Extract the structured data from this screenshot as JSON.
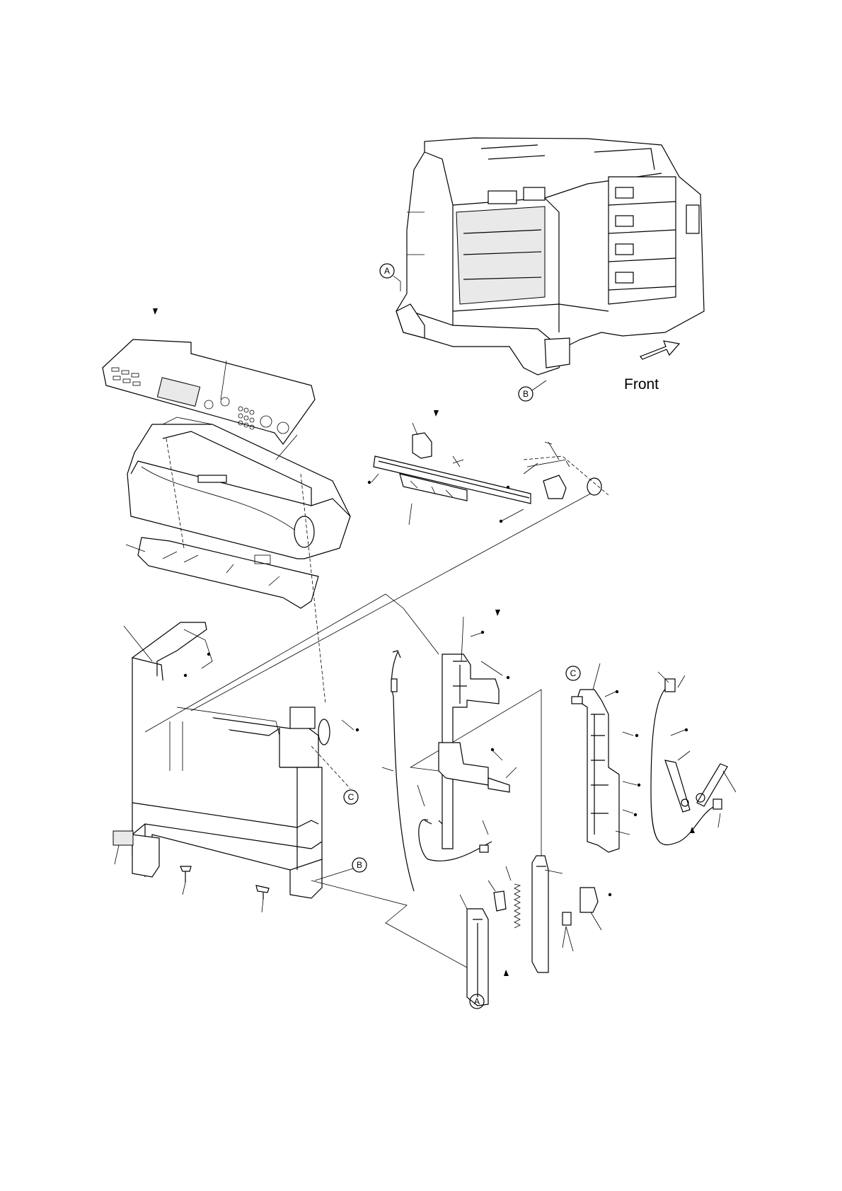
{
  "diagram": {
    "front_label": "Front",
    "callouts": {
      "a_top": "A",
      "b_top": "B",
      "a_bottom": "A",
      "b_bottom": "B",
      "c_left": "C",
      "c_right": "C"
    }
  }
}
